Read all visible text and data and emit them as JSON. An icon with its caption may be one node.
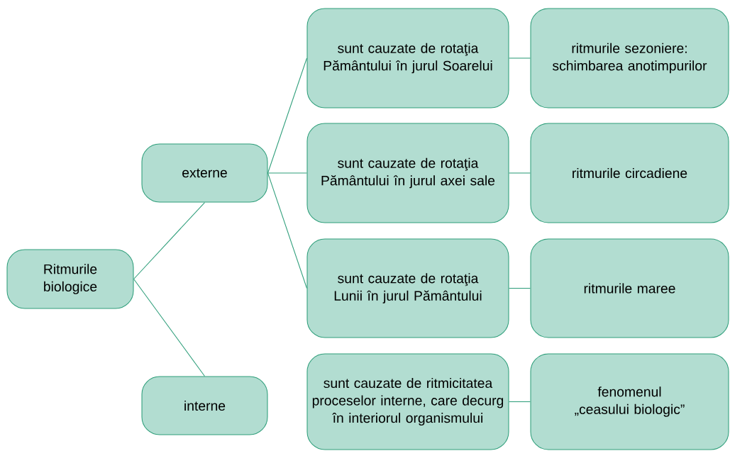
{
  "diagram": {
    "nodes": [
      {
        "text": [
          "Ritmurile biologice"
        ]
      },
      {
        "text": [
          "externe"
        ]
      },
      {
        "text": [
          "interne"
        ]
      },
      {
        "text": [
          "sunt cauzate de rotaţia Pământului în jurul Soarelui"
        ]
      },
      {
        "text": [
          "ritmurile sezoniere: schimbarea anotimpurilor"
        ]
      },
      {
        "text": [
          "sunt cauzate de rotaţia Pământului în jurul axei sale"
        ]
      },
      {
        "text": [
          "ritmurile circadiene"
        ]
      },
      {
        "text": [
          "sunt cauzate de rotaţia Lunii în jurul Pământului"
        ]
      },
      {
        "text": [
          "ritmurile maree"
        ]
      },
      {
        "text": [
          "sunt cauzate de ritmicitatea proceselor interne, care decurg în interiorul organismului"
        ]
      },
      {
        "text": [
          "fenomenul „ceasului biologic”"
        ]
      }
    ],
    "edges": [
      {
        "from": 0,
        "to": 1,
        "arrow": "none"
      },
      {
        "from": 0,
        "to": 2,
        "arrow": "none"
      },
      {
        "from": 1,
        "to": 3,
        "arrow": "none"
      },
      {
        "from": 1,
        "to": 5,
        "arrow": "none"
      },
      {
        "from": 1,
        "to": 7,
        "arrow": "none"
      },
      {
        "from": 3,
        "to": 4,
        "arrow": "none"
      },
      {
        "from": 5,
        "to": 6,
        "arrow": "none"
      },
      {
        "from": 7,
        "to": 8,
        "arrow": "none"
      },
      {
        "from": 9,
        "to": 10,
        "arrow": "none"
      }
    ]
  }
}
